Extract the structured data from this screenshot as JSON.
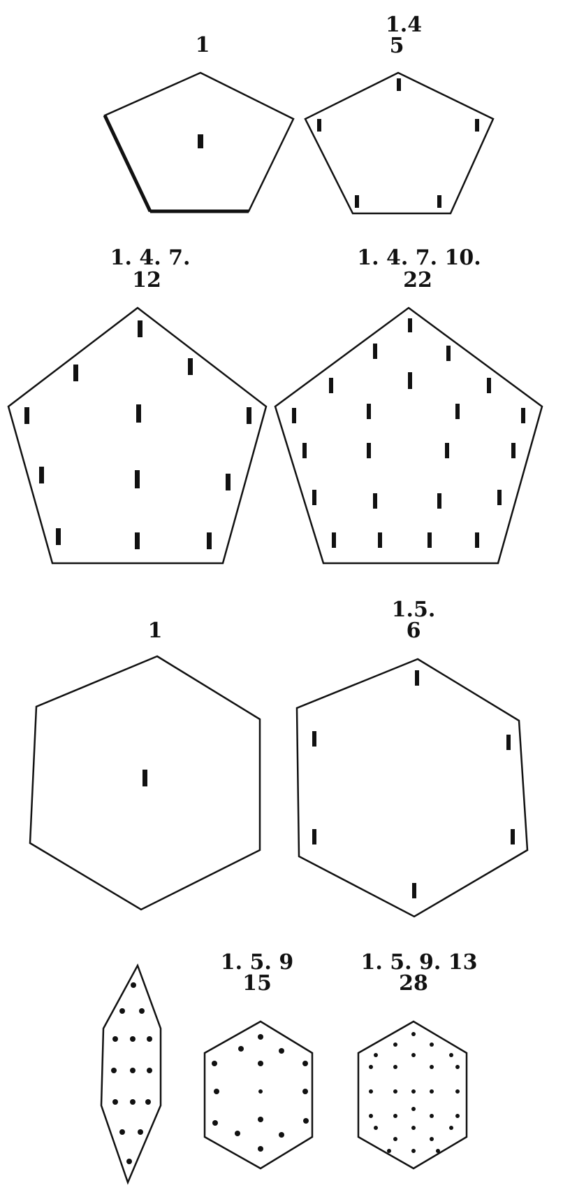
{
  "figures": {
    "pentagon_1": {
      "line1": "1",
      "line2": ""
    },
    "pentagon_5": {
      "line1": "1.4",
      "line2": "5"
    },
    "pentagon_12": {
      "line1": "1. 4. 7.",
      "line2": "12"
    },
    "pentagon_22": {
      "line1": "1. 4. 7. 10.",
      "line2": "22"
    },
    "hexagon_1": {
      "line1": "1",
      "line2": ""
    },
    "hexagon_6": {
      "line1": "1.5.",
      "line2": "6"
    },
    "hexagon_15": {
      "line1": "1. 5. 9",
      "line2": "15"
    },
    "hexagon_28": {
      "line1": "1. 5. 9. 13",
      "line2": "28"
    }
  }
}
